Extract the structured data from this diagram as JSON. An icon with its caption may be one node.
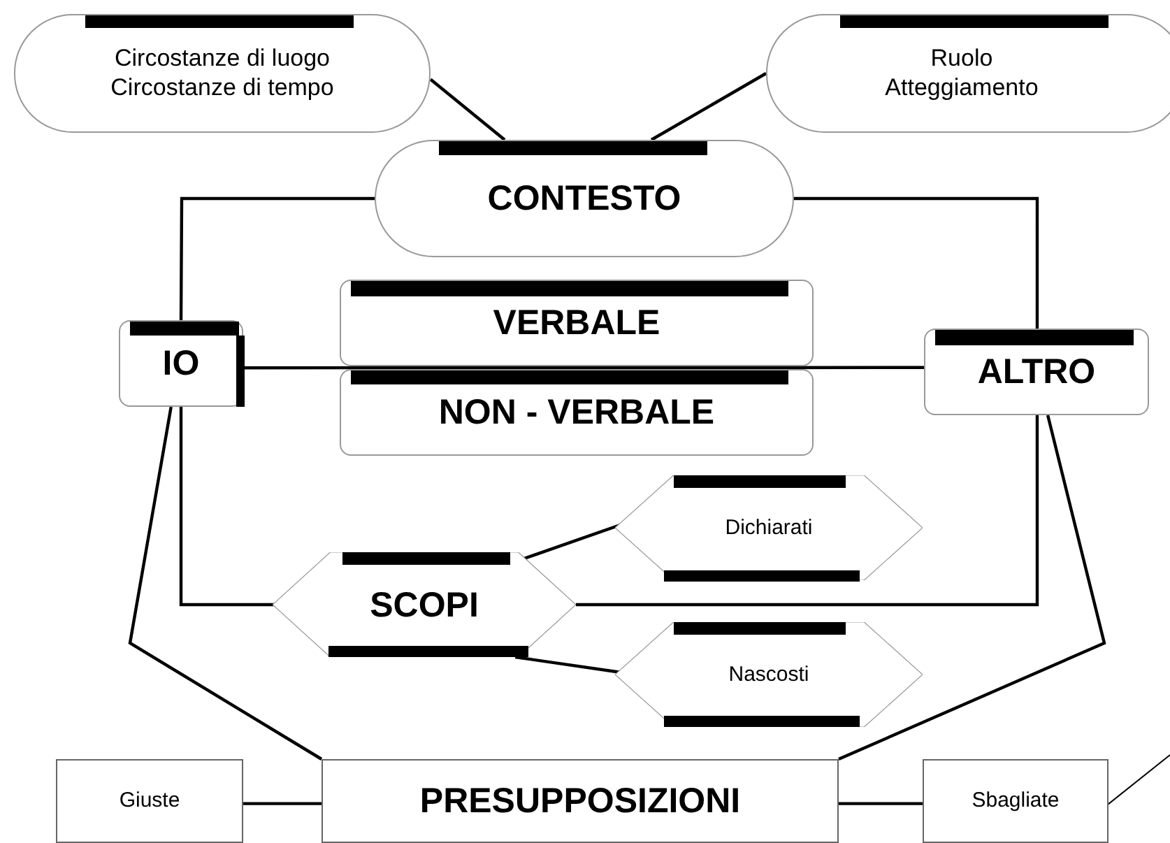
{
  "diagram": {
    "nodes": [
      {
        "text": [
          "Circostanze di luogo",
          "Circostanze di tempo"
        ]
      },
      {
        "text": [
          "Ruolo",
          "Atteggiamento"
        ]
      },
      {
        "text": [
          "CONTESTO"
        ]
      },
      {
        "text": [
          "IO"
        ]
      },
      {
        "text": [
          "VERBALE"
        ]
      },
      {
        "text": [
          "NON - VERBALE"
        ]
      },
      {
        "text": [
          "ALTRO"
        ]
      },
      {
        "text": [
          "Dichiarati"
        ]
      },
      {
        "text": [
          "SCOPI"
        ]
      },
      {
        "text": [
          "Nascosti"
        ]
      },
      {
        "text": [
          "Giuste"
        ]
      },
      {
        "text": [
          "PRESUPPOSIZIONI"
        ]
      },
      {
        "text": [
          "Sbagliate"
        ]
      }
    ],
    "edges": [
      {
        "from": 0,
        "to": 2,
        "arrow": "none"
      },
      {
        "from": 1,
        "to": 2,
        "arrow": "none"
      },
      {
        "from": 2,
        "to": 3,
        "arrow": "none"
      },
      {
        "from": 2,
        "to": 6,
        "arrow": "none"
      },
      {
        "from": 3,
        "to": 6,
        "arrow": "none"
      },
      {
        "from": 3,
        "to": 8,
        "arrow": "none"
      },
      {
        "from": 6,
        "to": 8,
        "arrow": "none"
      },
      {
        "from": 8,
        "to": 7,
        "arrow": "none"
      },
      {
        "from": 8,
        "to": 9,
        "arrow": "none"
      },
      {
        "from": 3,
        "to": 11,
        "arrow": "none"
      },
      {
        "from": 6,
        "to": 11,
        "arrow": "none"
      },
      {
        "from": 10,
        "to": 11,
        "arrow": "none"
      },
      {
        "from": 11,
        "to": 12,
        "arrow": "none"
      }
    ]
  }
}
